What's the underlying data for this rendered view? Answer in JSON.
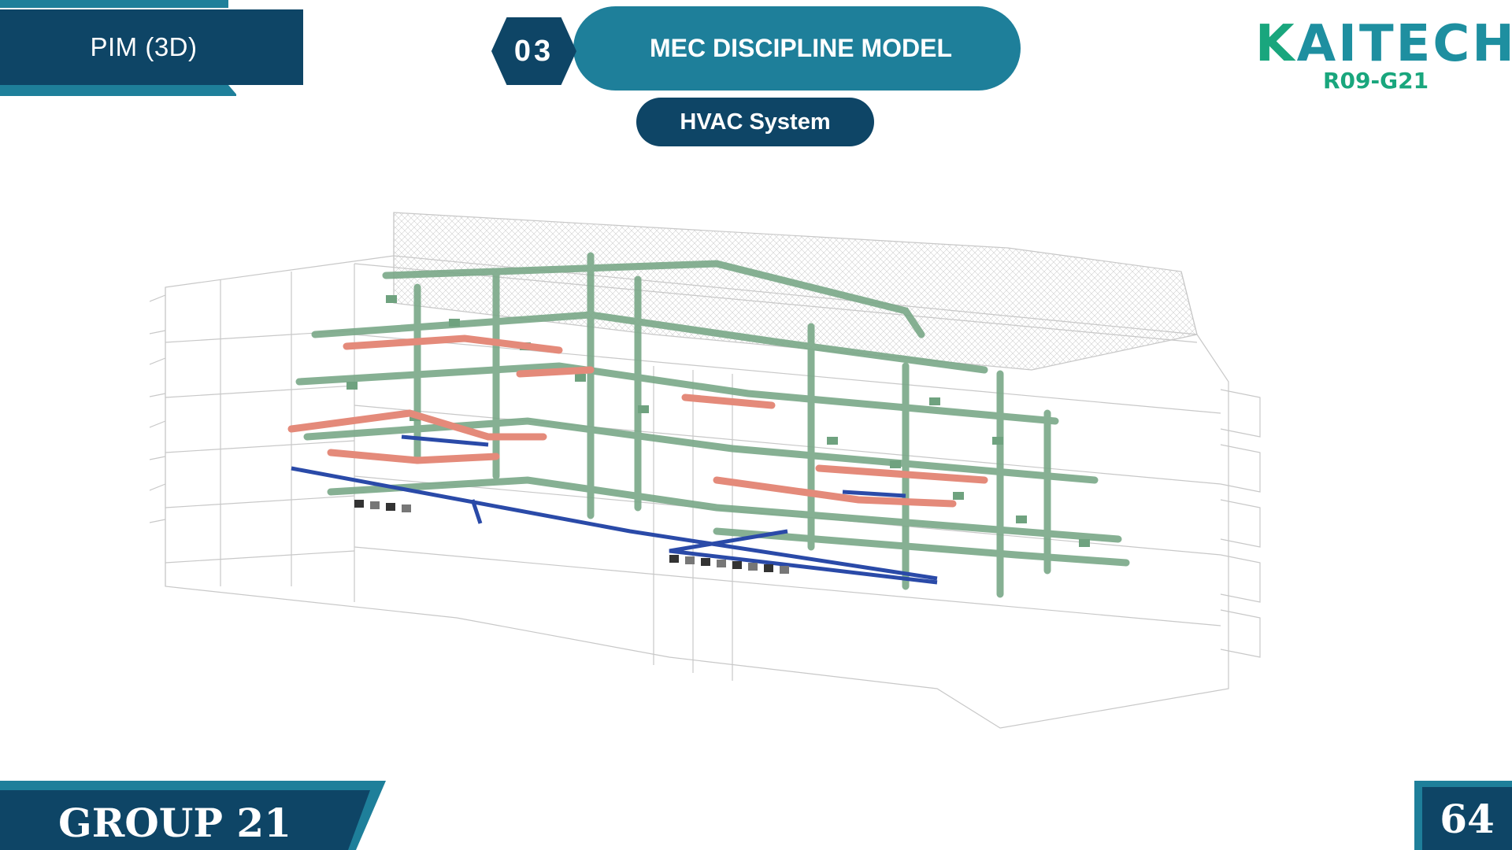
{
  "header": {
    "section_label": "PIM (3D)",
    "number": "03",
    "title": "MEC DISCIPLINE MODEL",
    "subtitle": "HVAC System"
  },
  "logo": {
    "name_part1": "K",
    "name_part2": "AITECH",
    "code": "R09-G21"
  },
  "footer": {
    "group": "GROUP 21",
    "page_number": "64"
  },
  "colors": {
    "navy": "#0e4566",
    "teal": "#1e7f9a",
    "green": "#19a67d",
    "duct_supply": "#7aa888",
    "duct_return": "#e48a7a",
    "pipe": "#2a4aa8",
    "building_line": "#c8c8c8"
  }
}
